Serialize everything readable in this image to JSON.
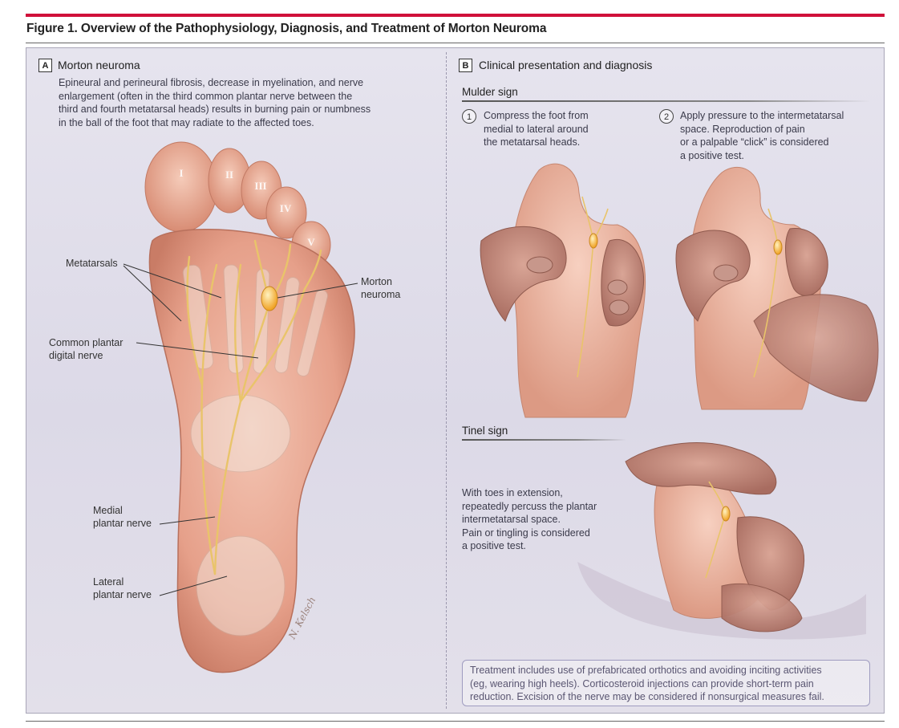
{
  "figure": {
    "title": "Figure 1. Overview of the Pathophysiology, Diagnosis, and Treatment of Morton Neuroma"
  },
  "panel_a": {
    "letter": "A",
    "title": "Morton neuroma",
    "description_lines": [
      "Epineural and perineural fibrosis, decrease in myelination, and nerve",
      "enlargement (often in the third common plantar nerve between the",
      "third and fourth metatarsal heads) results in burning pain or numbness",
      "in the ball of the foot that may radiate to the affected toes."
    ],
    "toe_numerals": [
      "I",
      "II",
      "III",
      "IV",
      "V"
    ],
    "labels": {
      "metatarsals": "Metatarsals",
      "common_plantar_1": "Common plantar",
      "common_plantar_2": "digital nerve",
      "medial_1": "Medial",
      "medial_2": "plantar nerve",
      "lateral_1": "Lateral",
      "lateral_2": "plantar nerve",
      "morton_1": "Morton",
      "morton_2": "neuroma"
    },
    "signature": "N. Kelsch"
  },
  "panel_b": {
    "letter": "B",
    "title": "Clinical presentation and diagnosis",
    "mulder": {
      "heading": "Mulder sign",
      "step1_number": "1",
      "step1_lines": [
        "Compress the foot from",
        "medial to lateral around",
        "the metatarsal heads."
      ],
      "step2_number": "2",
      "step2_lines": [
        "Apply pressure to the intermetatarsal",
        "space. Reproduction of pain",
        "or a palpable “click” is considered",
        "a positive test."
      ]
    },
    "tinel": {
      "heading": "Tinel sign",
      "lines": [
        "With toes in extension,",
        "repeatedly percuss the plantar",
        "intermetatarsal space.",
        "Pain or tingling is considered",
        "a positive test."
      ]
    },
    "treatment_lines": [
      "Treatment includes use of prefabricated orthotics and avoiding inciting activities",
      "(eg, wearing high heels). Corticosteroid injections can provide short-term pain",
      "reduction. Excision of the nerve may be considered if nonsurgical measures fail."
    ]
  },
  "colors": {
    "accent_rule": "#d0103a",
    "panel_background": "#e2dfea",
    "skin": "#e8a48e",
    "nerve": "#e9c46a",
    "neuroma": "#f2b233",
    "treatment_text": "#5a5672"
  }
}
